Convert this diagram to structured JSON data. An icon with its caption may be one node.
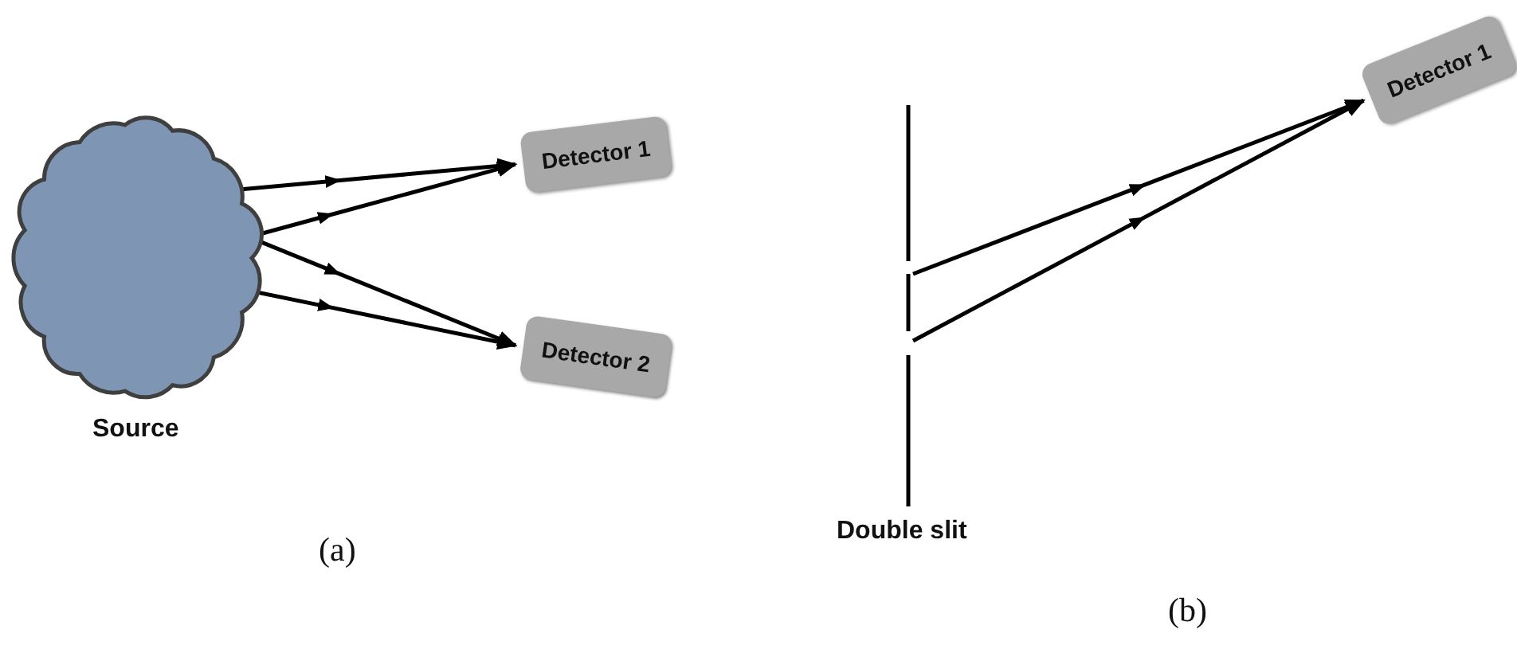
{
  "diagram": {
    "nodes": [
      {
        "text": [
          "Source"
        ]
      },
      {
        "text": [
          "Detector 1"
        ]
      },
      {
        "text": [
          "Detector 2"
        ]
      },
      {
        "text": [
          "Double slit"
        ]
      },
      {
        "text": [
          "Detector 1"
        ]
      }
    ],
    "edges": [
      {
        "from": 0,
        "to": 1,
        "arrow": "to"
      },
      {
        "from": 0,
        "to": 2,
        "arrow": "to"
      },
      {
        "from": 0,
        "to": 1,
        "arrow": "to"
      },
      {
        "from": 0,
        "to": 2,
        "arrow": "to"
      },
      {
        "from": 3,
        "to": 4,
        "arrow": "to"
      },
      {
        "from": 3,
        "to": 4,
        "arrow": "to"
      }
    ],
    "labels": [
      "(a)",
      "(b)"
    ]
  }
}
